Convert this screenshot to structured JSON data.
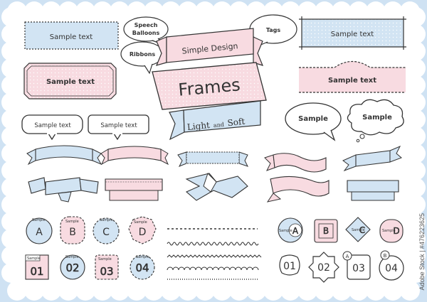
{
  "title": {
    "main": "Frames",
    "top_ribbon": "Simple Design",
    "bottom_ribbon_pre": "Light",
    "bottom_ribbon_and": "and",
    "bottom_ribbon_post": "Soft"
  },
  "callouts": {
    "speech_line1": "Speech",
    "speech_line2": "Balloons",
    "ribbons": "Ribbons",
    "tags": "Tags"
  },
  "frame_texts": {
    "rect_blue": "Sample text",
    "rect_pink": "Sample text",
    "pill_left": "Sample text",
    "pill_right": "Sample text",
    "tag_blue": "Sample text",
    "tag_pink": "Sample text",
    "balloon_oval": "Sample",
    "balloon_cloud": "Sample"
  },
  "badges_letters": {
    "small_label": "Sample",
    "letters": [
      "A",
      "B",
      "C",
      "D"
    ]
  },
  "badges_numbers": {
    "small_label": "Sample",
    "numbers": [
      "01",
      "02",
      "03",
      "04"
    ]
  },
  "right_badges": {
    "small_label": "Sample",
    "letters": [
      "A",
      "B",
      "C",
      "D"
    ],
    "numbers": [
      "01",
      "02",
      "03",
      "04"
    ],
    "corner_letters": [
      "A",
      "B"
    ]
  },
  "stock_id": "Adobe Stock | #476223625",
  "colors": {
    "pink": "#f8dbe1",
    "blue": "#d2e4f3",
    "line": "#333333"
  }
}
